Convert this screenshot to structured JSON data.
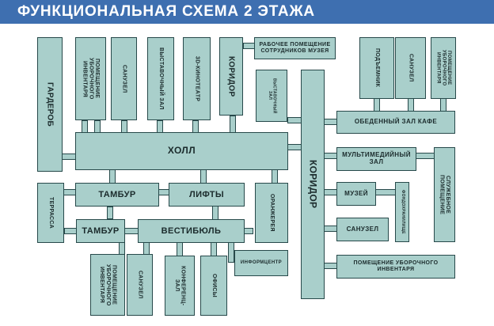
{
  "header": {
    "title": "ФУНКЦИОНАЛЬНАЯ СХЕМА 2 ЭТАЖА"
  },
  "rooms": {
    "garderob": "ГАРДЕРОБ",
    "pomeshchenie_uborochnogo_top": "ПОМЕЩЕНИЕ\nУБОРОЧНОГО\nИНВЕНТАРЯ",
    "sanuzel_top": "САНУЗЕЛ",
    "vystavochny_zal": "ВЫСТАВОЧНЫЙ ЗАЛ",
    "kinoteatr_3d": "3D-КИНОТЕАТР",
    "koridor_top": "КОРИДОР",
    "rabochee_pomeshchenie": "РАБОЧЕЕ ПОМЕЩЕНИЕ\nСОТРУДНИКОВ МУЗЕЯ",
    "vystavochny_zal_small": "ВЫСТАВОЧНЫЙ\nЗАЛ",
    "holl": "ХОЛЛ",
    "koridor_main": "КОРИДОР",
    "podemnik": "ПОДЪЕМНИК",
    "sanuzel_right": "САНУЗЕЛ",
    "pomeshchenie_uborochnogo_right": "ПОМЕЩЕНИЕ\nУБОРОЧНОГО\nИНВЕНТАРЯ",
    "obedenny_zal": "ОБЕДЕННЫЙ ЗАЛ КАФЕ",
    "multimediyny_zal": "МУЛЬТИМЕДИЙНЫЙ\nЗАЛ",
    "sluzhebnoe_pomeshchenie": "СЛУЖЕБНОЕ\nПОМЕЩЕНИЕ",
    "terrasa": "ТЕРРАССА",
    "tambur_upper": "ТАМБУР",
    "lifty": "ЛИФТЫ",
    "oranzhereya": "ОРАНЖЕРЕЯ",
    "muzey": "МУЗЕЙ",
    "fondohranilishche": "ФОНДОХРАНИЛИЩЕ",
    "tambur_lower": "ТАМБУР",
    "vestibyul": "ВЕСТИБЮЛЬ",
    "sanuzel_center": "САНУЗЕЛ",
    "pomeshchenie_uborochnogo_bottom": "ПОМЕЩЕНИЕ\nУБОРОЧНОГО\nИНВЕНТАРЯ",
    "sanuzel_bottom": "САНУЗЕЛ",
    "konferents_zal": "КОНФЕРЕНЦ-\nЗАЛ",
    "ofisy": "ОФИСЫ",
    "informtsentr": "ИНФОРМЦЕНТР",
    "pomeshchenie_uborochnogo_bottom_right": "ПОМЕЩЕНИЕ УБОРОЧНОГО\nИНВЕНТАРЯ"
  }
}
